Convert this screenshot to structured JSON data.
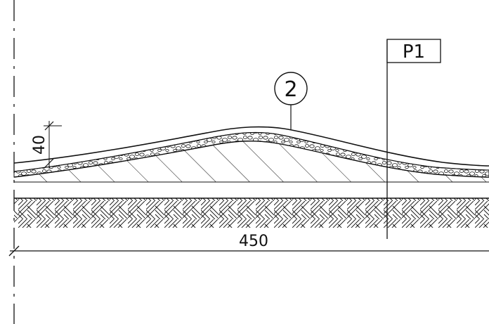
{
  "drawing": {
    "marker_label": "P1",
    "callout_number": "2",
    "dimension_thickness": "40",
    "dimension_width": "450"
  },
  "colors": {
    "line": "#111111",
    "background": "#ffffff"
  }
}
